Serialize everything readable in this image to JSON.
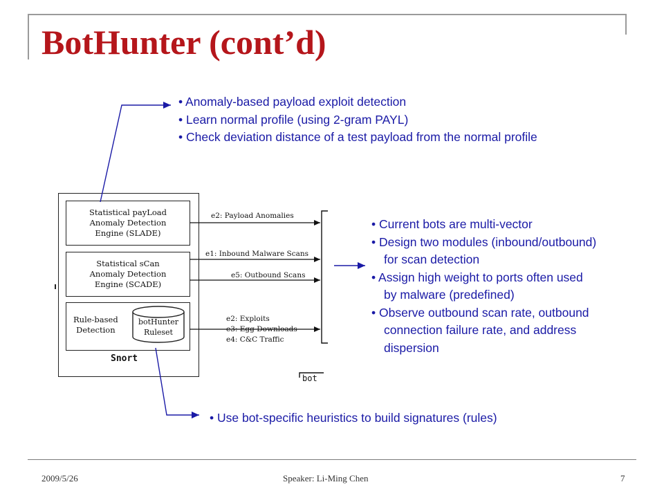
{
  "slide": {
    "title": "BotHunter (cont’d)",
    "top_bullets": [
      "• Anomaly-based payload exploit detection",
      "• Learn normal profile (using 2-gram PAYL)",
      "• Check deviation distance of a test payload from the normal profile"
    ],
    "right_bullets": [
      {
        "text": "• Current bots are multi-vector",
        "indent": false
      },
      {
        "text": "• Design two modules (inbound/outbound)",
        "indent": false
      },
      {
        "text": "for scan detection",
        "indent": true
      },
      {
        "text": "• Assign high weight to ports often used",
        "indent": false
      },
      {
        "text": "by malware (predefined)",
        "indent": true
      },
      {
        "text": "• Observe outbound scan rate, outbound",
        "indent": false
      },
      {
        "text": "connection failure rate, and address",
        "indent": true
      },
      {
        "text": "dispersion",
        "indent": true
      }
    ],
    "bottom_bullet": "• Use bot-specific heuristics to build signatures (rules)",
    "footer": {
      "date": "2009/5/26",
      "speaker": "Speaker: Li-Ming Chen",
      "page": "7"
    }
  },
  "diagram": {
    "slade_label": "Statistical payLoad\nAnomaly Detection\nEngine (SLADE)",
    "scade_label": "Statistical sCan\nAnomaly Detection\nEngine (SCADE)",
    "rule_label": "Rule-based\nDetection",
    "ruleset_label": "botHunter\nRuleset",
    "snort_label": "Snort",
    "edge_e2_payload": "e2: Payload Anomalies",
    "edge_e1_inbound": "e1: Inbound Malware Scans",
    "edge_e5_outbound": "e5: Outbound Scans",
    "edge_e2_exploits": "e2: Exploits",
    "edge_e3_egg": "e3: Egg Downloads",
    "edge_e4_cc": "e4: C&C Traffic",
    "cut_label": "bot"
  },
  "colors": {
    "title": "#b5161b",
    "bullet_text": "#1a1aa6",
    "connector": "#1a1aa6",
    "frame": "#9a9a9a"
  }
}
